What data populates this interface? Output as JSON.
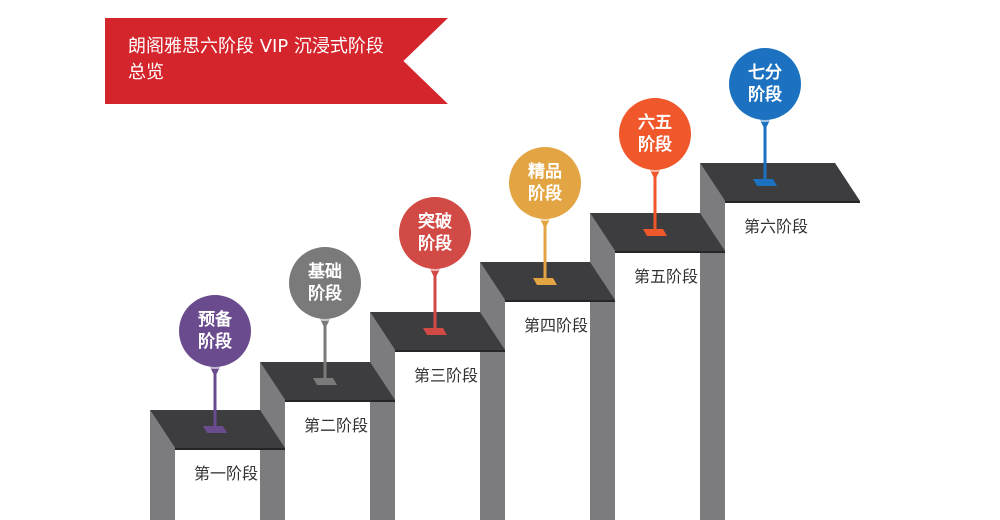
{
  "banner": {
    "title": "朗阁雅思六阶段 VIP 沉浸式阶段\n总览",
    "color": "#d4252c"
  },
  "stages": [
    {
      "step_label": "第一阶段",
      "pin_line1": "预备",
      "pin_line2": "阶段",
      "color": "#6a4b8e"
    },
    {
      "step_label": "第二阶段",
      "pin_line1": "基础",
      "pin_line2": "阶段",
      "color": "#7a7a7a"
    },
    {
      "step_label": "第三阶段",
      "pin_line1": "突破",
      "pin_line2": "阶段",
      "color": "#d24a45"
    },
    {
      "step_label": "第四阶段",
      "pin_line1": "精品",
      "pin_line2": "阶段",
      "color": "#e3a543"
    },
    {
      "step_label": "第五阶段",
      "pin_line1": "六五",
      "pin_line2": "阶段",
      "color": "#f0582b"
    },
    {
      "step_label": "第六阶段",
      "pin_line1": "七分",
      "pin_line2": "阶段",
      "color": "#1c72c0"
    }
  ],
  "colors": {
    "step_top": "#3d3c3e",
    "step_side": "#7c7b7d",
    "step_front": "#262527"
  }
}
